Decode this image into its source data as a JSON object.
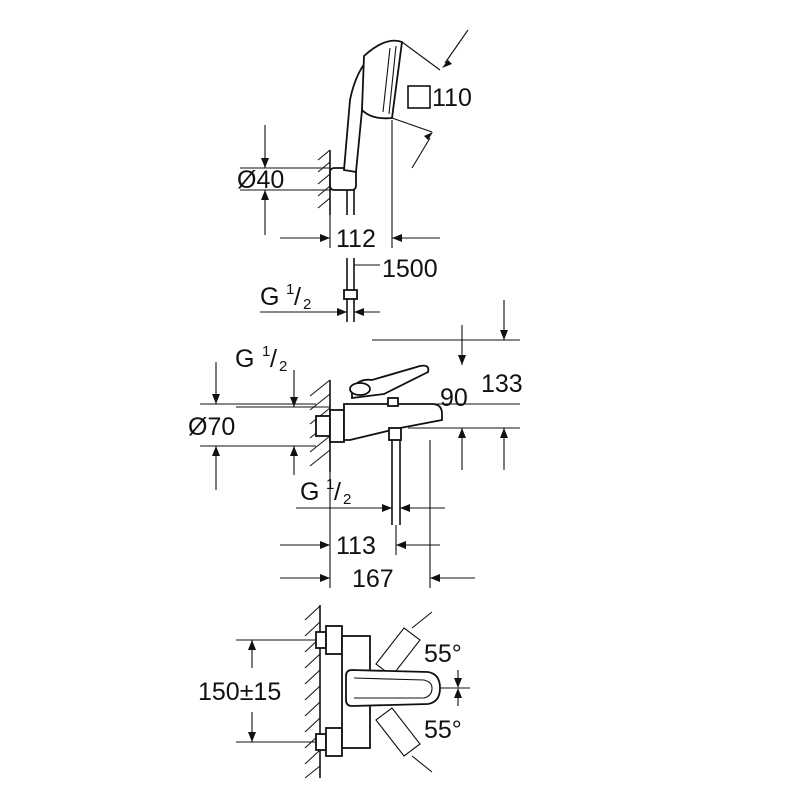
{
  "dimensions": {
    "head_size": "110",
    "holder_diameter": "Ø40",
    "holder_projection": "112",
    "hose_length": "1500",
    "hose_thread": "G",
    "mixer_thread_top": "G",
    "body_diameter": "Ø70",
    "spout_height_90": "90",
    "overall_height_133": "133",
    "outlet_thread": "G",
    "spout_113": "113",
    "spout_167": "167",
    "centres": "150±15",
    "lever_angle_up": "55°",
    "lever_angle_down": "55°"
  },
  "fraction": {
    "numerator": "1",
    "denominator": "2"
  },
  "colors": {
    "line": "#111111",
    "background": "#ffffff"
  }
}
